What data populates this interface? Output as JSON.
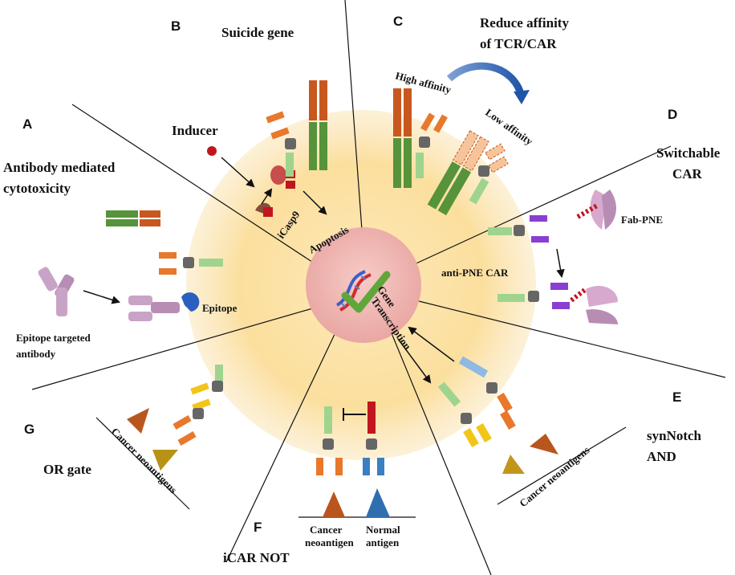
{
  "panels": {
    "A": {
      "letter": "A",
      "title_line1": "Antibody mediated",
      "title_line2": "cytotoxicity",
      "antibody_label_line1": "Epitope targeted",
      "antibody_label_line2": "antibody",
      "epitope_label": "Epitope"
    },
    "B": {
      "letter": "B",
      "title": "Suicide gene",
      "inducer_label": "Inducer",
      "icasp9_label": "iCasp9",
      "apoptosis_label": "Apoptosis"
    },
    "C": {
      "letter": "C",
      "title_line1": "Reduce affinity",
      "title_line2": "of TCR/CAR",
      "high_affinity_label": "High affinity",
      "low_affinity_label": "Low affinity"
    },
    "D": {
      "letter": "D",
      "title_line1": "Switchable",
      "title_line2": "CAR",
      "fab_label": "Fab-PNE",
      "car_label": "anti-PNE CAR"
    },
    "E": {
      "letter": "E",
      "title_line1": "synNotch",
      "title_line2": "AND",
      "neoantigen_label": "Cancer neoantigens"
    },
    "F": {
      "letter": "F",
      "title": "iCAR NOT",
      "cancer_label_line1": "Cancer",
      "cancer_label_line2": "neoantigen",
      "normal_label_line1": "Normal",
      "normal_label_line2": "antigen"
    },
    "G": {
      "letter": "G",
      "title": "OR gate",
      "neoantigen_label": "Cancer neoantigens"
    }
  },
  "center": {
    "label_line1": "Gene",
    "label_line2": "Transcription"
  },
  "colors": {
    "cell_outer": "#fbe1a6",
    "nucleus": "#f0b6b0",
    "tcr": "#c8581e",
    "car_scfv": "#e8782c",
    "car_stem": "#57933a",
    "car_green": "#9fd48e",
    "antibody": "#c9a3c6",
    "epitope": "#2b5fbf",
    "inducer": "#c0171f",
    "icar": "#c0171f",
    "normal_receptor": "#3a7fc1",
    "switch_car": "#8a3fd1",
    "notch": "#8eb9e3",
    "yellow": "#f2c519"
  },
  "icons": [
    "dna-helix-icon",
    "checkmark-icon",
    "curved-arrow-icon",
    "caspase-icon",
    "inhibition-arrow-icon"
  ]
}
